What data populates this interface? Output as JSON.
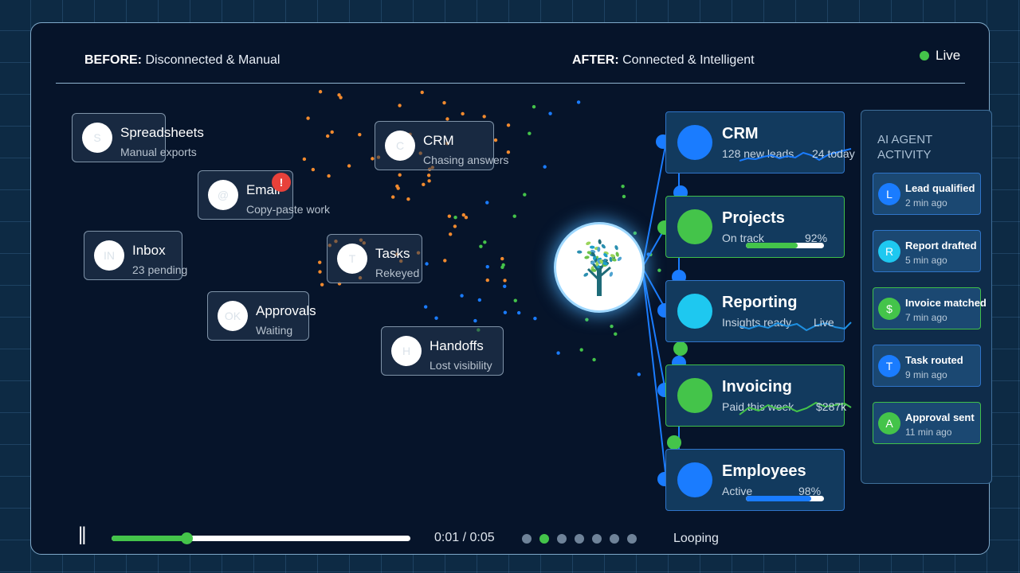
{
  "header": {
    "before_label": "BEFORE:",
    "before_text": "Disconnected & Manual",
    "after_label": "AFTER:",
    "after_text": "Connected & Intelligent",
    "live_label": "Live"
  },
  "legacy_tools": [
    {
      "id": "spreadsheets",
      "icon": "S",
      "title": "Spreadsheets",
      "subtitle": "Manual exports"
    },
    {
      "id": "email",
      "icon": "@",
      "title": "Email",
      "subtitle": "Copy-paste work",
      "badge": "!"
    },
    {
      "id": "inbox",
      "icon": "IN",
      "title": "Inbox",
      "subtitle": "23 pending"
    },
    {
      "id": "approvals",
      "icon": "OK",
      "title": "Approvals",
      "subtitle": "Waiting"
    },
    {
      "id": "crm",
      "icon": "C",
      "title": "CRM",
      "subtitle": "Chasing answers"
    },
    {
      "id": "tasks",
      "icon": "T",
      "title": "Tasks",
      "subtitle": "Rekeyed"
    },
    {
      "id": "handoffs",
      "icon": "H",
      "title": "Handoffs",
      "subtitle": "Lost visibility"
    }
  ],
  "systems": [
    {
      "id": "crm",
      "title": "CRM",
      "subtitle": "128 new leads",
      "value": "24 today",
      "color": "#1a7cff"
    },
    {
      "id": "projects",
      "title": "Projects",
      "subtitle": "On track",
      "value": "92%",
      "progress": 0.66,
      "color": "#44c44a"
    },
    {
      "id": "reporting",
      "title": "Reporting",
      "subtitle": "Insights ready",
      "value": "Live",
      "color": "#1ec8f0"
    },
    {
      "id": "invoicing",
      "title": "Invoicing",
      "subtitle": "Paid this week",
      "value": "$287k",
      "color": "#44c44a"
    },
    {
      "id": "employees",
      "title": "Employees",
      "subtitle": "Active",
      "value": "98%",
      "progress": 0.84,
      "color": "#1a7cff"
    }
  ],
  "agent_activity": {
    "title": "AI AGENT ACTIVITY",
    "items": [
      {
        "icon": "L",
        "label": "Lead qualified",
        "time": "2 min ago",
        "color": "#1a7cff"
      },
      {
        "icon": "R",
        "label": "Report drafted",
        "time": "5 min ago",
        "color": "#1ec8f0"
      },
      {
        "icon": "$",
        "label": "Invoice matched",
        "time": "7 min ago",
        "color": "#44c44a"
      },
      {
        "icon": "T",
        "label": "Task routed",
        "time": "9 min ago",
        "color": "#1a7cff"
      },
      {
        "icon": "A",
        "label": "Approval sent",
        "time": "11 min ago",
        "color": "#44c44a"
      }
    ]
  },
  "playback": {
    "pause_icon": "||",
    "progress": 0.25,
    "time": "0:01 / 0:05",
    "scene_count": 7,
    "active_scene": 1,
    "loop_label": "Looping"
  },
  "colors": {
    "accent_green": "#44c44a",
    "accent_blue": "#1a7cff",
    "accent_cyan": "#1ec8f0",
    "alert_red": "#e8413a",
    "particle_orange": "#f28a2e"
  },
  "icons": {
    "hub": "tree-logo-icon",
    "pause": "pause-icon",
    "live": "live-status-dot"
  }
}
